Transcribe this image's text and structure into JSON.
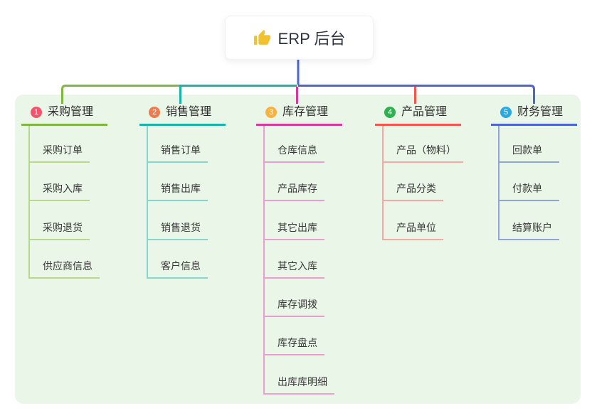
{
  "root": {
    "title": "ERP 后台",
    "icon": "thumbs-up-icon",
    "icon_color": "#f2c12e"
  },
  "colors": {
    "root_connector": "#4b66cf",
    "panel_background": "#eaf6e7",
    "text_dark": "#2d2d2d"
  },
  "branches": [
    {
      "index": "1",
      "title": "采购管理",
      "color": "#7eb63f",
      "line_color": "#b6d98c",
      "badge_color": "#f4536e",
      "items": [
        "采购订单",
        "采购入库",
        "采购退货",
        "供应商信息"
      ]
    },
    {
      "index": "2",
      "title": "销售管理",
      "color": "#17b3a8",
      "line_color": "#84d6cf",
      "badge_color": "#f07a4b",
      "items": [
        "销售订单",
        "销售出库",
        "销售退货",
        "客户信息"
      ]
    },
    {
      "index": "3",
      "title": "库存管理",
      "color": "#d4399e",
      "line_color": "#ec9ed0",
      "badge_color": "#fbb03b",
      "items": [
        "仓库信息",
        "产品库存",
        "其它出库",
        "其它入库",
        "库存调拨",
        "库存盘点",
        "出库库明细"
      ]
    },
    {
      "index": "4",
      "title": "产品管理",
      "color": "#f4564e",
      "line_color": "#f8a8a3",
      "badge_color": "#2db150",
      "items": [
        "产品（物料）",
        "产品分类",
        "产品单位"
      ]
    },
    {
      "index": "5",
      "title": "财务管理",
      "color": "#4b66cf",
      "line_color": "#8fa3dd",
      "badge_color": "#29a9e1",
      "items": [
        "回款单",
        "付款单",
        "结算账户"
      ]
    }
  ]
}
